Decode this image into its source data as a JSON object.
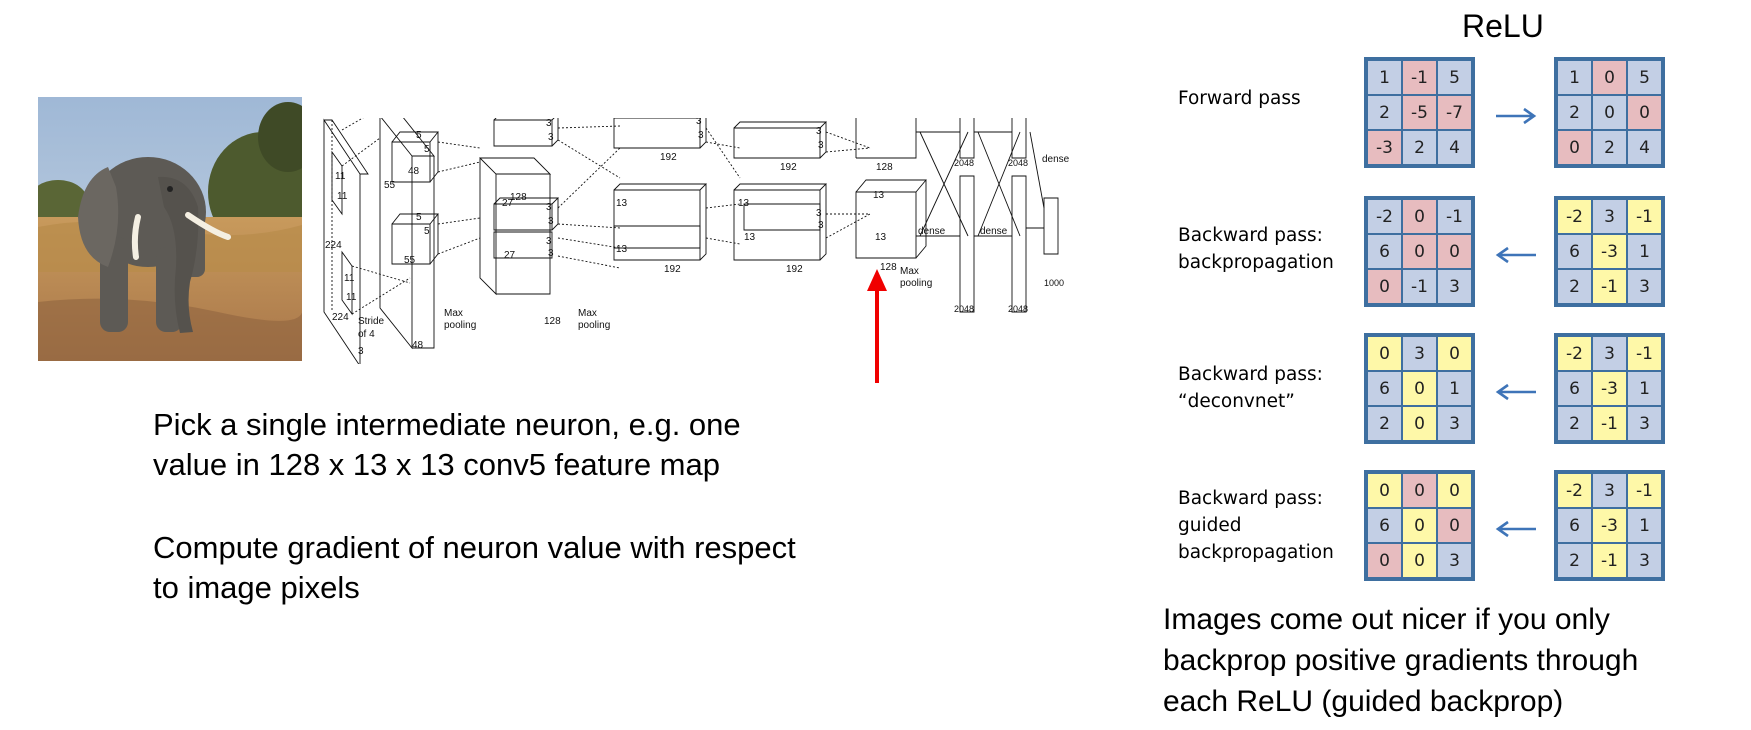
{
  "photo": {
    "subject": "elephant"
  },
  "network": {
    "labels": {
      "input_size": "224",
      "input_size_bottom": "224",
      "input_depth": "3",
      "kernel_a": "11",
      "kernel_b": "11",
      "kernel_c": "11",
      "kernel_d": "11",
      "stride": "Stride\nof 4",
      "conv1_spatial_a": "55",
      "conv1_spatial_b": "55",
      "conv1_depth_top": "48",
      "conv1_depth_bottom": "48",
      "k2_a": "5",
      "k2_b": "5",
      "k2_c": "5",
      "k2_d": "5",
      "maxpool_1": "Max\npooling",
      "conv2_spatial": "27",
      "conv2_spatial_b": "27",
      "conv2_depth_top": "128",
      "conv2_depth_bottom": "128",
      "k3_a": "3",
      "k3_b": "3",
      "k3_c": "3",
      "k3_d": "3",
      "k3_e": "3",
      "k3_f": "3",
      "maxpool_2": "Max\npooling",
      "conv3_spatial_a": "13",
      "conv3_spatial_b": "13",
      "conv3_depth_top": "192",
      "conv3_depth_bottom": "192",
      "k4_a": "3",
      "k4_b": "3",
      "k4_c": "3",
      "k4_d": "3",
      "conv4_spatial_a": "13",
      "conv4_spatial_b": "13",
      "conv4_depth_top": "192",
      "conv4_depth_bottom": "192",
      "k5_a": "3",
      "k5_b": "3",
      "k5_c": "3",
      "k5_d": "3",
      "conv5_spatial_a": "13",
      "conv5_spatial_b": "13",
      "conv5_depth_top": "128",
      "conv5_depth_bottom": "128",
      "maxpool_3": "Max\npooling",
      "dense_1": "dense",
      "dense_2": "dense",
      "dense_3": "dense",
      "fc1_top": "2048",
      "fc1_bottom": "2048",
      "fc2_top": "2048",
      "fc2_bottom": "2048",
      "fc3": "1000"
    }
  },
  "captions": {
    "pick": "Pick a single intermediate neuron, e.g. one\nvalue in 128 x 13 x 13 conv5 feature map",
    "compute": "Compute gradient of neuron value with respect\nto image pixels",
    "guided": "Images come out nicer if you only\nbackprop positive gradients through\neach ReLU (guided backprop)"
  },
  "relu": {
    "title": "ReLU",
    "colors": {
      "blue": "#c3cfe5",
      "pink": "#e7bcbf",
      "yellow": "#fef8a8",
      "border": "#3e6fa0"
    },
    "rows": [
      {
        "label": [
          "Forward pass"
        ],
        "arrow": "right",
        "left": [
          [
            "1",
            "-1",
            "5"
          ],
          [
            "2",
            "-5",
            "-7"
          ],
          [
            "-3",
            "2",
            "4"
          ]
        ],
        "left_colors": [
          [
            "blue",
            "pink",
            "blue"
          ],
          [
            "blue",
            "pink",
            "pink"
          ],
          [
            "pink",
            "blue",
            "blue"
          ]
        ],
        "right": [
          [
            "1",
            "0",
            "5"
          ],
          [
            "2",
            "0",
            "0"
          ],
          [
            "0",
            "2",
            "4"
          ]
        ],
        "right_colors": [
          [
            "blue",
            "pink",
            "blue"
          ],
          [
            "blue",
            "blue",
            "pink"
          ],
          [
            "pink",
            "blue",
            "blue"
          ]
        ]
      },
      {
        "label": [
          "Backward pass:",
          "backpropagation"
        ],
        "arrow": "left",
        "left": [
          [
            "-2",
            "0",
            "-1"
          ],
          [
            "6",
            "0",
            "0"
          ],
          [
            "0",
            "-1",
            "3"
          ]
        ],
        "left_colors": [
          [
            "blue",
            "pink",
            "blue"
          ],
          [
            "blue",
            "pink",
            "pink"
          ],
          [
            "pink",
            "blue",
            "blue"
          ]
        ],
        "right": [
          [
            "-2",
            "3",
            "-1"
          ],
          [
            "6",
            "-3",
            "1"
          ],
          [
            "2",
            "-1",
            "3"
          ]
        ],
        "right_colors": [
          [
            "yellow",
            "blue",
            "yellow"
          ],
          [
            "blue",
            "yellow",
            "blue"
          ],
          [
            "blue",
            "yellow",
            "blue"
          ]
        ]
      },
      {
        "label": [
          "Backward pass:",
          "“deconvnet”"
        ],
        "arrow": "left",
        "left": [
          [
            "0",
            "3",
            "0"
          ],
          [
            "6",
            "0",
            "1"
          ],
          [
            "2",
            "0",
            "3"
          ]
        ],
        "left_colors": [
          [
            "yellow",
            "blue",
            "yellow"
          ],
          [
            "blue",
            "yellow",
            "blue"
          ],
          [
            "blue",
            "yellow",
            "blue"
          ]
        ],
        "right": [
          [
            "-2",
            "3",
            "-1"
          ],
          [
            "6",
            "-3",
            "1"
          ],
          [
            "2",
            "-1",
            "3"
          ]
        ],
        "right_colors": [
          [
            "yellow",
            "blue",
            "yellow"
          ],
          [
            "blue",
            "yellow",
            "blue"
          ],
          [
            "blue",
            "yellow",
            "blue"
          ]
        ]
      },
      {
        "label": [
          "Backward pass:",
          "guided",
          "backpropagation"
        ],
        "arrow": "left",
        "left": [
          [
            "0",
            "0",
            "0"
          ],
          [
            "6",
            "0",
            "0"
          ],
          [
            "0",
            "0",
            "3"
          ]
        ],
        "left_colors": [
          [
            "yellow",
            "pink",
            "yellow"
          ],
          [
            "blue",
            "yellow",
            "pink"
          ],
          [
            "pink",
            "yellow",
            "blue"
          ]
        ],
        "right": [
          [
            "-2",
            "3",
            "-1"
          ],
          [
            "6",
            "-3",
            "1"
          ],
          [
            "2",
            "-1",
            "3"
          ]
        ],
        "right_colors": [
          [
            "yellow",
            "blue",
            "yellow"
          ],
          [
            "blue",
            "yellow",
            "blue"
          ],
          [
            "blue",
            "yellow",
            "blue"
          ]
        ]
      }
    ]
  }
}
